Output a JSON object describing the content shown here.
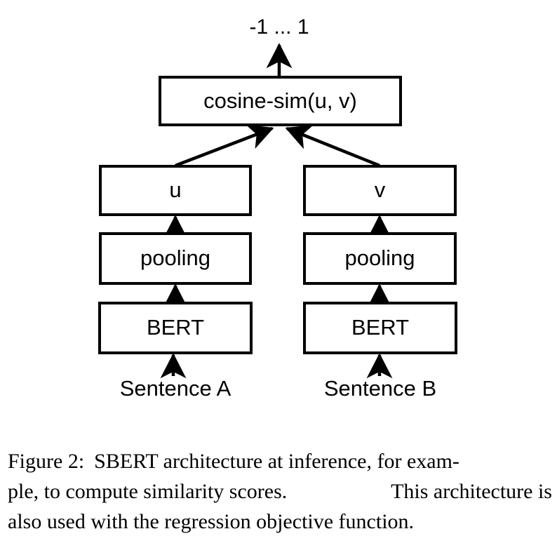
{
  "figure": {
    "output_label": "-1 ... 1",
    "similarity_box": "cosine-sim(u, v)",
    "left_branch": {
      "vector": "u",
      "pooling": "pooling",
      "encoder": "BERT",
      "input": "Sentence A"
    },
    "right_branch": {
      "vector": "v",
      "pooling": "pooling",
      "encoder": "BERT",
      "input": "Sentence B"
    },
    "colors": {
      "stroke": "#000000",
      "fill": "#ffffff",
      "text": "#000000"
    }
  },
  "caption": {
    "line1_a": "Figure 2:",
    "line1_b": "SBERT architecture at inference, for exam-",
    "line2_a": "ple, to compute similarity scores.",
    "line2_b": "This architecture is",
    "line3": "also used with the regression objective function.",
    "full_text": "Figure 2: SBERT architecture at inference, for example, to compute similarity scores. This architecture is also used with the regression objective function."
  }
}
